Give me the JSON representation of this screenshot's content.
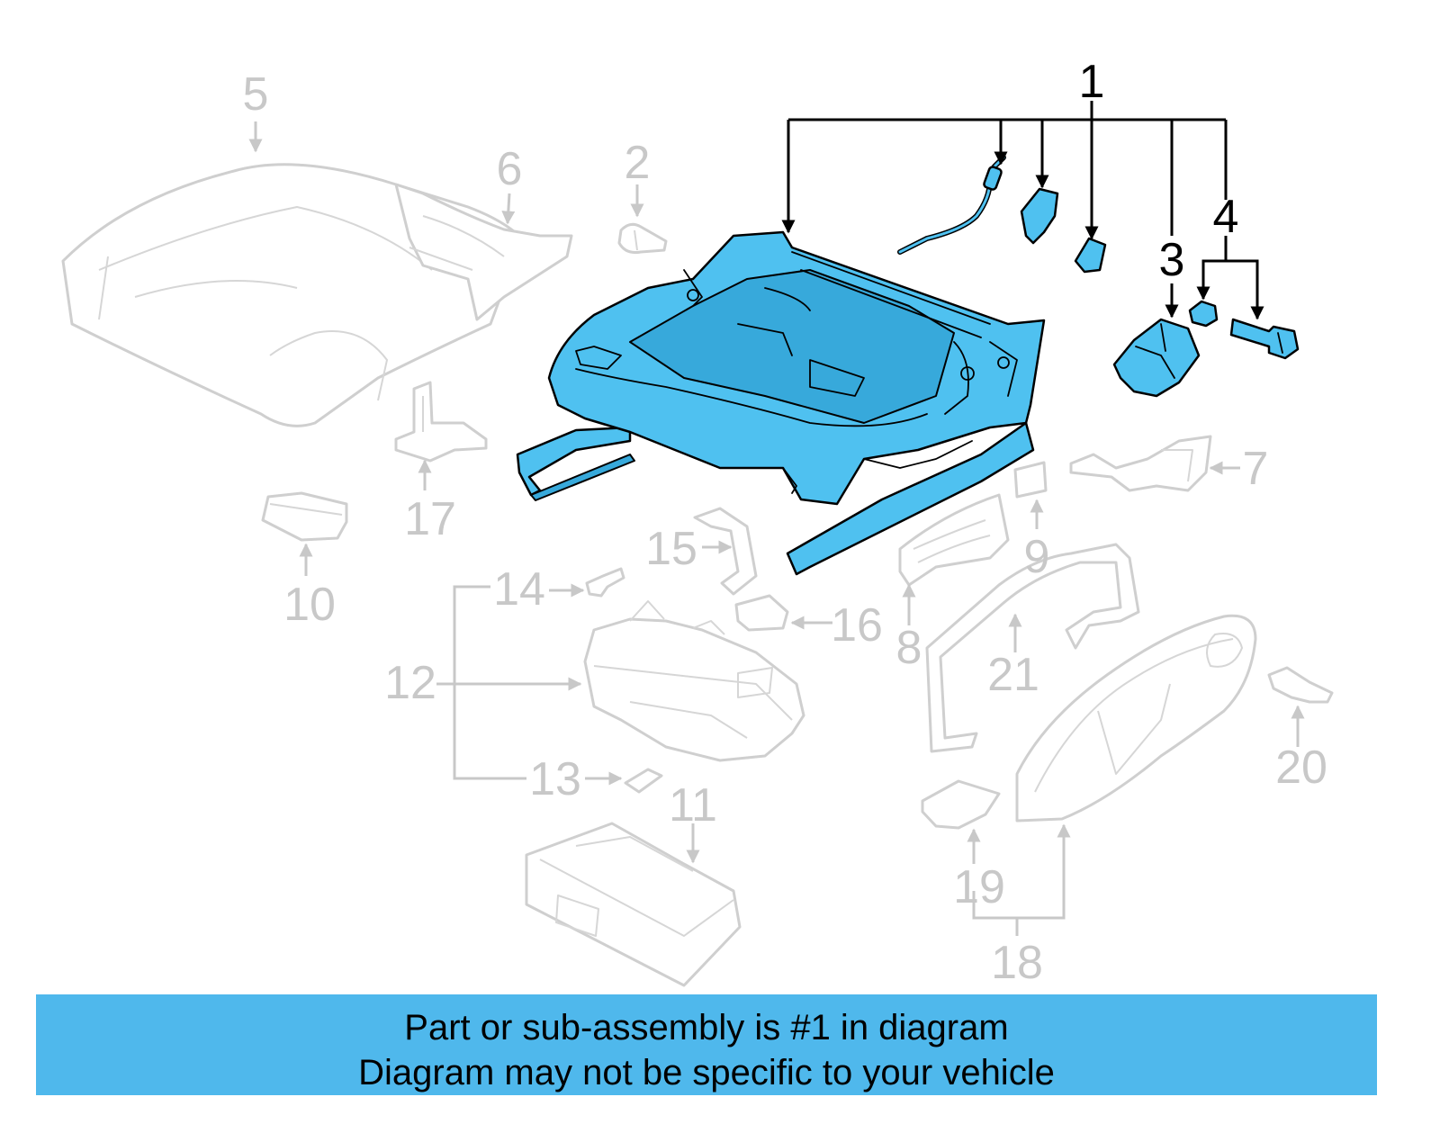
{
  "diagram": {
    "highlight_color": "#4fc1f0",
    "ghost_color": "#c8c8c8",
    "callouts": [
      "1",
      "2",
      "3",
      "4",
      "5",
      "6",
      "7",
      "8",
      "9",
      "10",
      "11",
      "12",
      "13",
      "14",
      "15",
      "16",
      "17",
      "18",
      "19",
      "20",
      "21"
    ],
    "highlighted_callouts": [
      "1",
      "3",
      "4"
    ]
  },
  "banner": {
    "background": "#4fb8ec",
    "line1": "Part or sub-assembly is #1 in diagram",
    "line2": "Diagram may not be specific to your vehicle"
  }
}
